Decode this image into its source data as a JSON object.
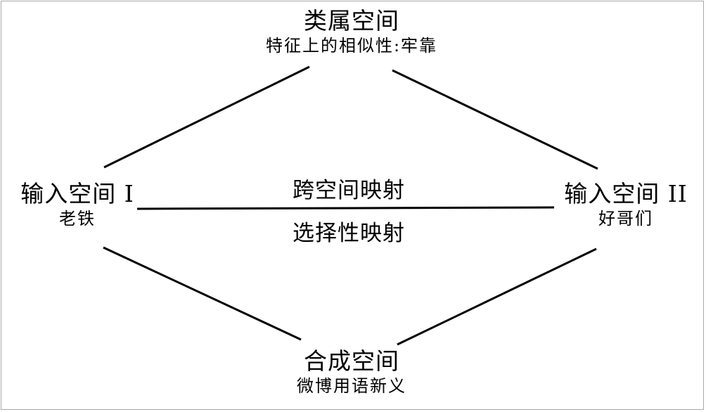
{
  "generic_space": {
    "title": "类属空间",
    "subtitle": "特征上的相似性:牢靠"
  },
  "input_space_1": {
    "title": "输入空间 I",
    "subtitle": "老铁"
  },
  "input_space_2": {
    "title": "输入空间 II",
    "subtitle": "好哥们"
  },
  "blended_space": {
    "title": "合成空间",
    "subtitle": "微博用语新义"
  },
  "mappings": {
    "cross_space": "跨空间映射",
    "selective": "选择性映射"
  }
}
